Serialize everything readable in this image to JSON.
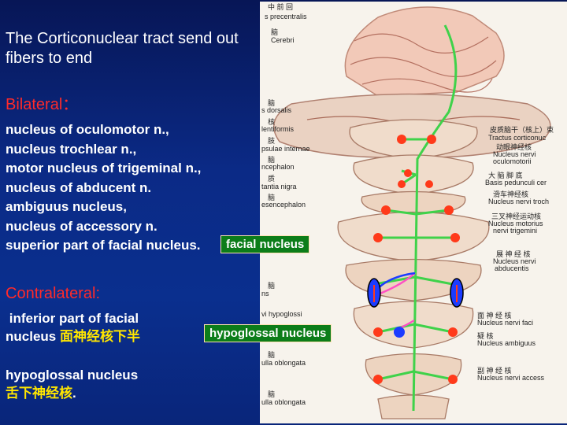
{
  "title": "The Corticonuclear tract send out fibers to end",
  "bilateral_heading": "Bilateral：",
  "bilateral_items": [
    "nucleus of oculomotor n.,",
    "nucleus trochlear n.,",
    "motor nucleus of trigeminal n.,",
    "nucleus of abducent n.",
    "ambiguus nucleus,",
    "nucleus of accessory n.",
    "superior part of facial nucleus."
  ],
  "contralateral_heading": "Contralateral:",
  "contralateral_line1": " inferior part of facial",
  "contralateral_line2_en": "nucleus ",
  "contralateral_line2_cn": "面神经核下半",
  "contralateral_line3": "hypoglossal nucleus",
  "contralateral_line4_cn": "舌下神经核",
  "contralateral_line4_end": ".",
  "callouts": {
    "facial": "facial nucleus",
    "hypoglossal": "hypoglossal nucleus"
  },
  "diagram_labels": {
    "l1": "中 前 回",
    "l2": "s precentralis",
    "l3": "脑",
    "l4": "Cerebri",
    "l5": "脑",
    "l6": "s dorsalis",
    "l7": "核",
    "l8": "lentiformis",
    "l9": "肢",
    "l10": "psulae internae",
    "l11": "脑",
    "l12": "ncephalon",
    "l13": "质",
    "l14": "tantia nigra",
    "l15": "脑",
    "l16": "esencephalon",
    "l17": "脑",
    "l18": "ns",
    "l19": "vi hypoglossi",
    "l20": "脑",
    "l21": "ulla oblongata",
    "l22": "脑",
    "l23": "ulla oblongata",
    "r1": "皮质脑干（核上）束",
    "r2": "Tractus corticonuc",
    "r3": "动眼神经核",
    "r4": "Nucleus nervi",
    "r5": "oculomotorii",
    "r6": "大 脑 脚 底",
    "r7": "Basis pedunculi cer",
    "r8": "滑车神经核",
    "r9": "Nucleus nervi troch",
    "r10": "三叉神经运动核",
    "r11": "Nucleus motorius",
    "r12": "nervi trigemini",
    "r13": "展 神 经 核",
    "r14": "Nucleus nervi",
    "r15": "abducentis",
    "r16": "面 神 经 核",
    "r17": "Nucleus nervi faci",
    "r18": "疑   核",
    "r19": "Nucleus ambiguus",
    "r20": "副 神 经 核",
    "r21": "Nucleus nervi access"
  },
  "colors": {
    "tract": "#3fd24a",
    "node": "#ff3a1a",
    "contra": "#1c3cff",
    "pink": "#ff4fc4",
    "callout_bg": "#0c7d19",
    "heading": "#ff2a2a",
    "chinese": "#ffe600"
  }
}
